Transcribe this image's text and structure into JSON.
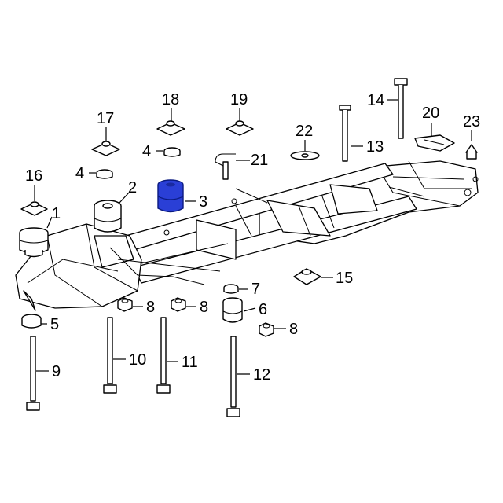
{
  "diagram": {
    "highlight_color": "#2a3fd6",
    "callouts": [
      {
        "id": "1",
        "label": "1"
      },
      {
        "id": "2",
        "label": "2"
      },
      {
        "id": "3",
        "label": "3"
      },
      {
        "id": "4a",
        "label": "4"
      },
      {
        "id": "4b",
        "label": "4"
      },
      {
        "id": "5",
        "label": "5"
      },
      {
        "id": "6",
        "label": "6"
      },
      {
        "id": "7",
        "label": "7"
      },
      {
        "id": "8a",
        "label": "8"
      },
      {
        "id": "8b",
        "label": "8"
      },
      {
        "id": "8c",
        "label": "8"
      },
      {
        "id": "9",
        "label": "9"
      },
      {
        "id": "10",
        "label": "10"
      },
      {
        "id": "11",
        "label": "11"
      },
      {
        "id": "12",
        "label": "12"
      },
      {
        "id": "13",
        "label": "13"
      },
      {
        "id": "14",
        "label": "14"
      },
      {
        "id": "15",
        "label": "15"
      },
      {
        "id": "16",
        "label": "16"
      },
      {
        "id": "17",
        "label": "17"
      },
      {
        "id": "18",
        "label": "18"
      },
      {
        "id": "19",
        "label": "19"
      },
      {
        "id": "20",
        "label": "20"
      },
      {
        "id": "21",
        "label": "21"
      },
      {
        "id": "22",
        "label": "22"
      },
      {
        "id": "23",
        "label": "23"
      }
    ]
  }
}
